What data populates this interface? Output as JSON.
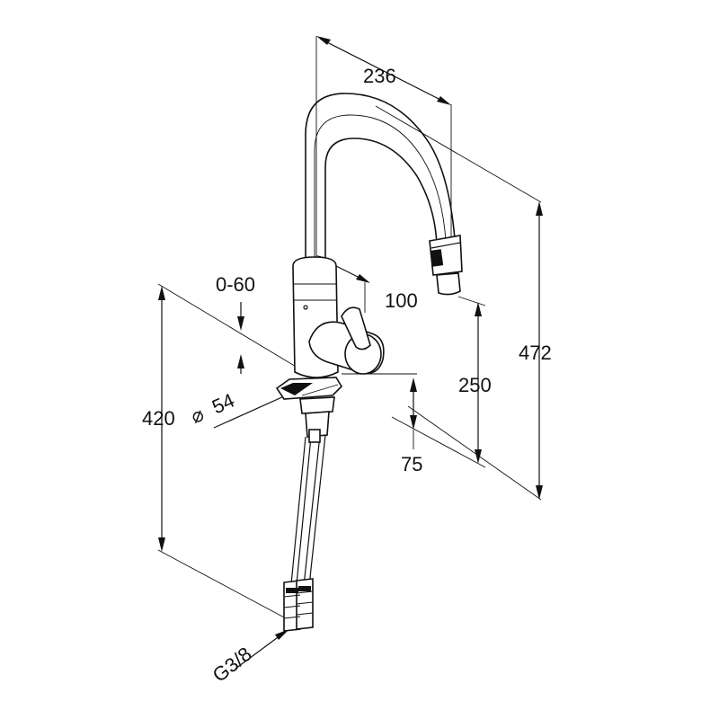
{
  "drawing": {
    "line_color": "#111111",
    "background": "#ffffff",
    "dimensions": {
      "spout_reach": "236",
      "total_height": "472",
      "outlet_height": "250",
      "body_projection": "100",
      "lever_angle": "0-60",
      "base_height": "75",
      "below_deck": "420",
      "base_diameter": "54",
      "connection": "G3/8"
    },
    "symbols": {
      "diameter": "⌀"
    }
  }
}
